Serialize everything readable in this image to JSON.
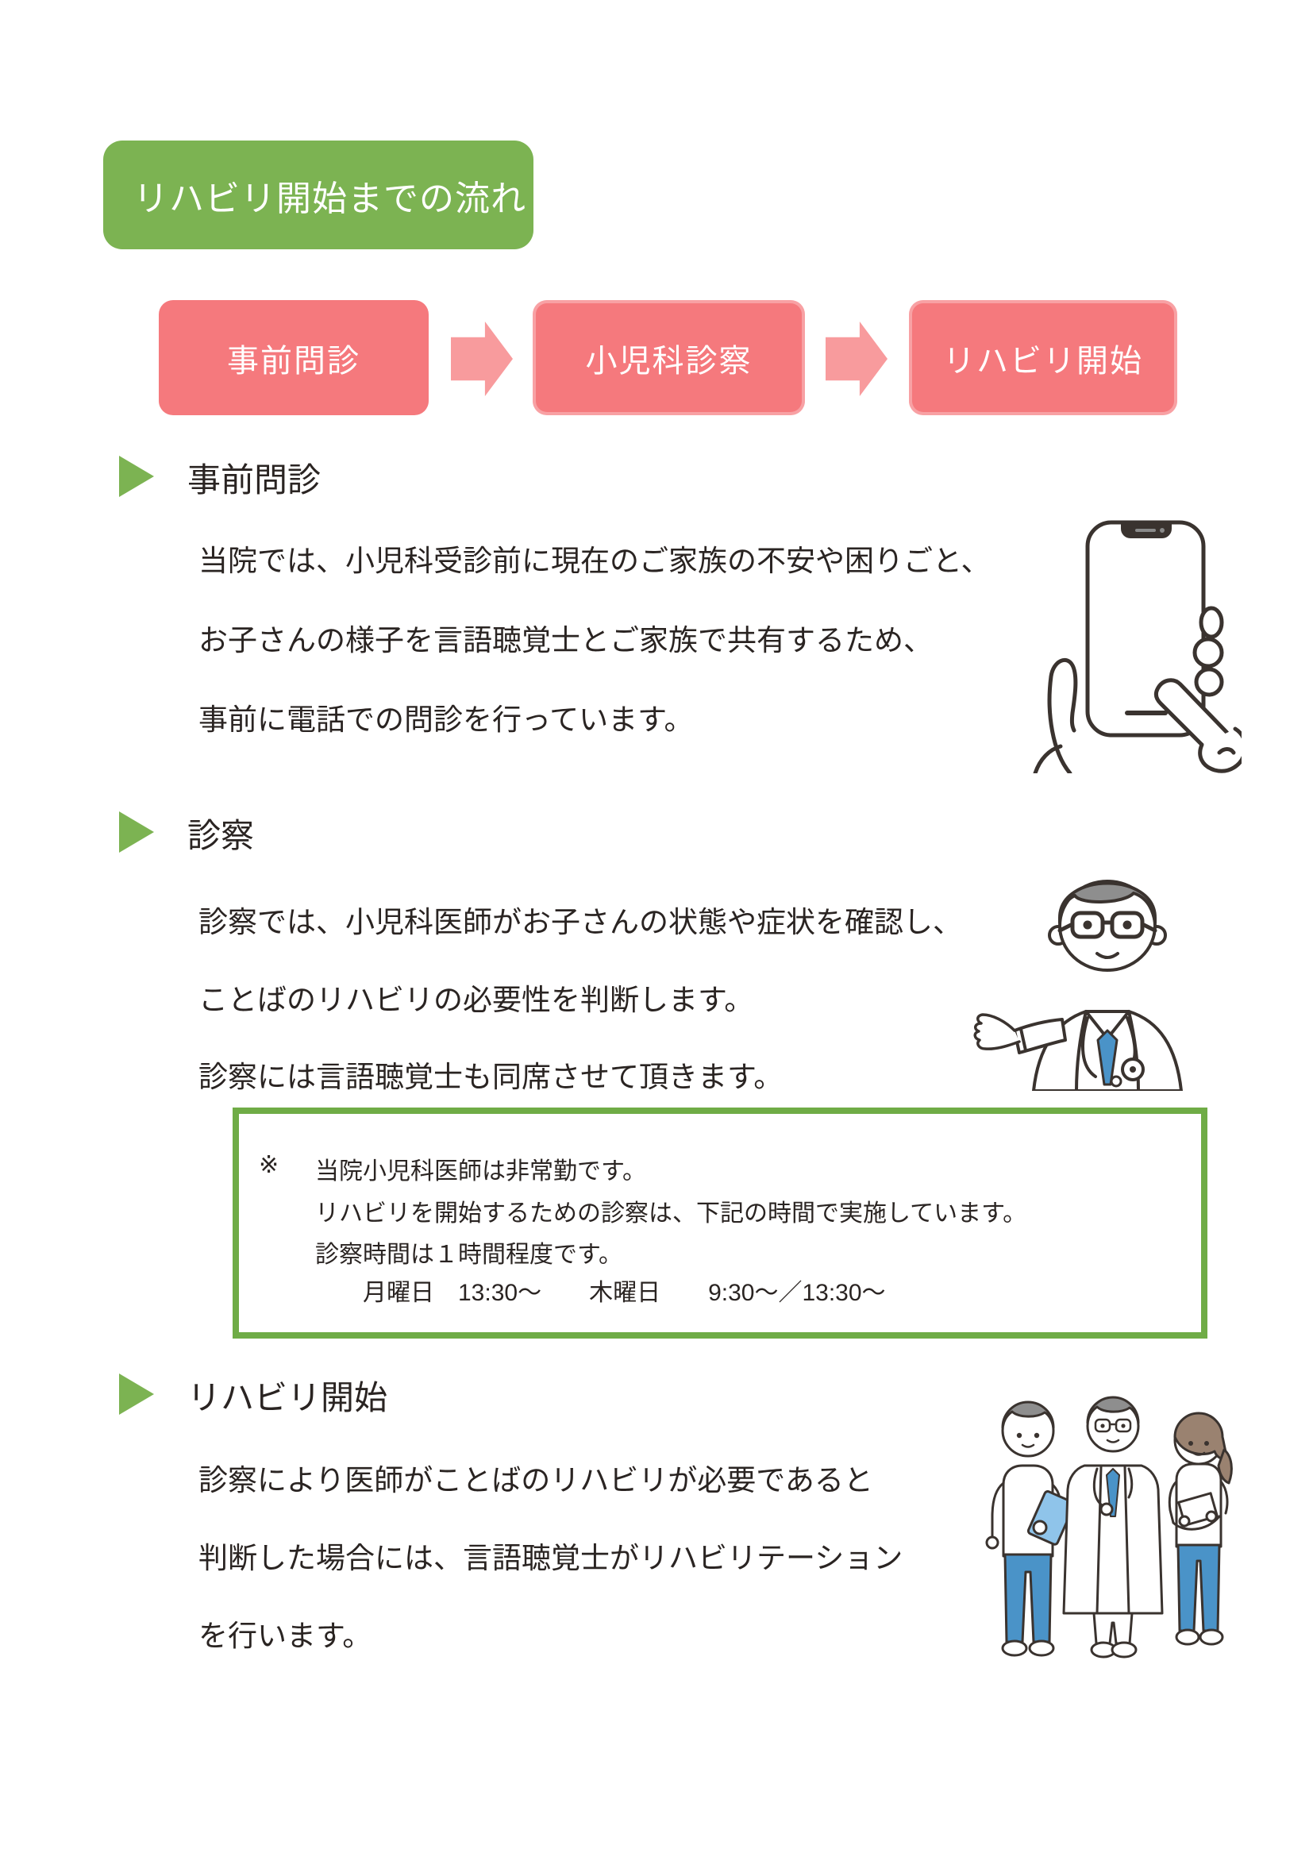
{
  "page_title": "リハビリ開始までの流れ",
  "flow": {
    "steps": [
      {
        "label": "事前問診"
      },
      {
        "label": "小児科診察"
      },
      {
        "label": "リハビリ開始"
      }
    ]
  },
  "sections": {
    "interview": {
      "heading": "事前問診",
      "lines": [
        "当院では、小児科受診前に現在のご家族の不安や困りごと、",
        "お子さんの様子を言語聴覚士とご家族で共有するため、",
        "事前に電話での問診を行っています。"
      ]
    },
    "exam": {
      "heading": "診察",
      "lines": [
        "診察では、小児科医師がお子さんの状態や症状を確認し、",
        "ことばのリハビリの必要性を判断します。",
        "診察には言語聴覚士も同席させて頂きます。"
      ],
      "note": {
        "marker": "※",
        "line1": "当院小児科医師は非常勤です。",
        "line2": "リハビリを開始するための診察は、下記の時間で実施しています。",
        "line3": "診察時間は１時間程度です。",
        "schedule": "月曜日　13:30～　　木曜日　　9:30～／13:30～"
      }
    },
    "rehab": {
      "heading": "リハビリ開始",
      "lines": [
        "診察により医師がことばのリハビリが必要であると",
        "判断した場合には、言語聴覚士がリハビリテーション",
        "を行います。"
      ]
    }
  },
  "illustrations": {
    "phone": "phone-hand-illustration",
    "doctor": "doctor-illustration",
    "team": "medical-team-illustration"
  },
  "colors": {
    "header_green": "#7CB352",
    "note_border_green": "#6FAC46",
    "step_pink": "#F5797D",
    "arrow_pink": "#F89B9D",
    "text": "#2A2422",
    "illustration_blue": "#4A93C8"
  }
}
